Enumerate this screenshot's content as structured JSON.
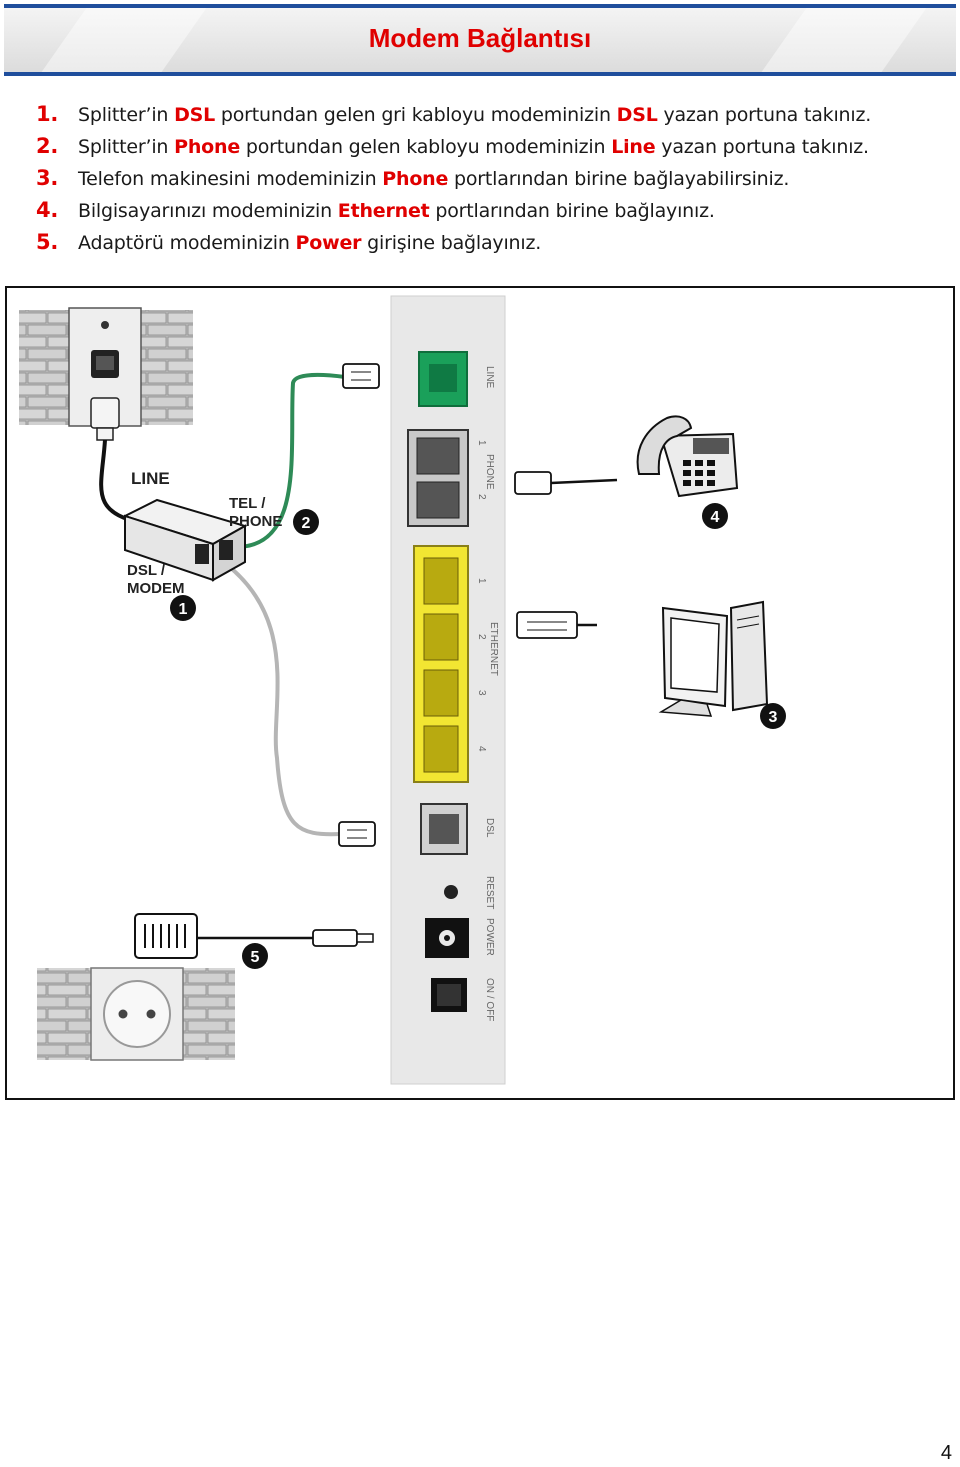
{
  "header": {
    "title": "Modem Bağlantısı"
  },
  "steps": [
    {
      "num": "1.",
      "t1": "Splitter’in ",
      "k1": "DSL",
      "t2": " portundan gelen gri kabloyu modeminizin ",
      "k2": "DSL",
      "t3": " yazan portuna takınız."
    },
    {
      "num": "2.",
      "t1": "Splitter’in ",
      "k1": "Phone",
      "t2": " portundan gelen kabloyu modeminizin ",
      "k2": "Line",
      "t3": " yazan portuna takınız."
    },
    {
      "num": "3.",
      "t1": "Telefon makinesini modeminizin ",
      "k1": "Phone",
      "t2": " portlarından birine bağlayabilirsiniz."
    },
    {
      "num": "4.",
      "t1": "Bilgisayarınızı modeminizin ",
      "k1": "Ethernet",
      "t2": " portlarından birine bağlayınız."
    },
    {
      "num": "5.",
      "t1": "Adaptörü modeminizin ",
      "k1": "Power",
      "t2": " girişine bağlayınız."
    }
  ],
  "diagram": {
    "splitter_labels": {
      "line": "LINE",
      "tel_phone_1": "TEL /",
      "tel_phone_2": "PHONE",
      "dsl_modem_1": "DSL /",
      "dsl_modem_2": "MODEM"
    },
    "modem_labels": {
      "line": "LINE",
      "phone": "PHONE",
      "phone_1": "1",
      "phone_2": "2",
      "ethernet": "ETHERNET",
      "eth_1": "1",
      "eth_2": "2",
      "eth_3": "3",
      "eth_4": "4",
      "dsl": "DSL",
      "reset": "RESET",
      "power": "POWER",
      "on_off": "ON / OFF"
    },
    "callouts": [
      "1",
      "2",
      "3",
      "4",
      "5"
    ],
    "colors": {
      "line_port": "#1aa05a",
      "ethernet_ports": "#f2e632",
      "phone_cable": "#2e8b57",
      "dsl_cable": "#b5b5b5",
      "badge": "#111111",
      "accent": "#e00000"
    }
  },
  "page_number": "4"
}
